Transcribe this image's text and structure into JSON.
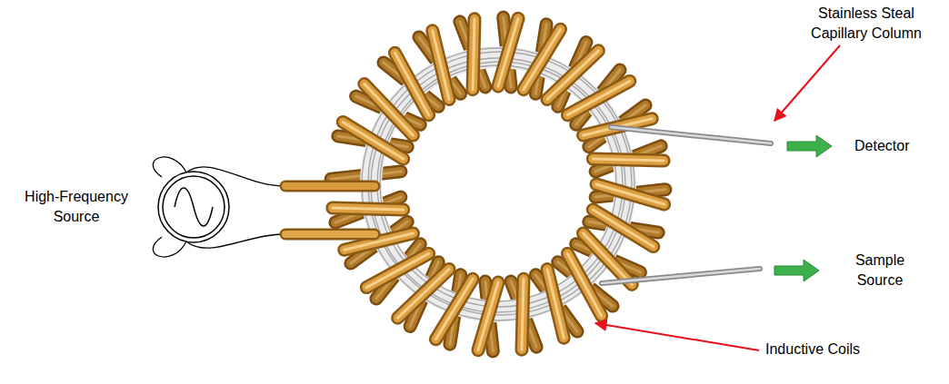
{
  "diagram": {
    "labels": [
      "Stainless Steal Capillary Column",
      "Detector",
      "High-Frequency Source",
      "Sample Source",
      "Inductive Coils"
    ]
  }
}
